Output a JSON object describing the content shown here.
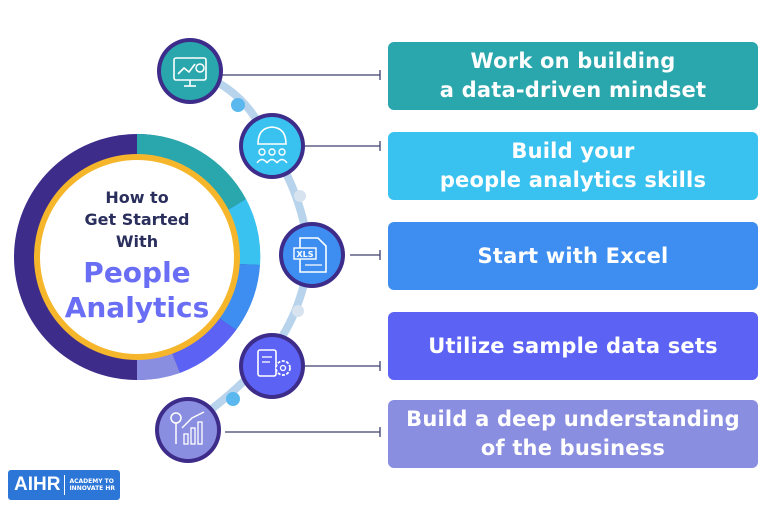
{
  "center": {
    "title_small": "How to\nGet Started With",
    "title_big": "People\nAnalytics"
  },
  "steps": [
    {
      "label": "Work on building\na data-driven mindset",
      "color": "#2aa6ad",
      "icon": "dashboard-chart-icon"
    },
    {
      "label": "Build your\npeople analytics skills",
      "color": "#39c2ef",
      "icon": "team-brain-icon"
    },
    {
      "label": "Start with Excel",
      "color": "#3d8ef0",
      "icon": "xls-file-icon"
    },
    {
      "label": "Utilize sample data sets",
      "color": "#5b62f4",
      "icon": "document-gear-icon"
    },
    {
      "label": "Build a deep understanding\nof the business",
      "color": "#8a8ee0",
      "icon": "idea-growth-chart-icon"
    }
  ],
  "colors": {
    "ring_dark": "#3d2c8a",
    "ring_gold": "#f5b62c",
    "connector": "#b8d3ec",
    "dot": "#5bb8ee",
    "line": "#3f3f6f"
  },
  "logo": {
    "mark": "AIHR",
    "sub": "ACADEMY TO\nINNOVATE HR"
  }
}
